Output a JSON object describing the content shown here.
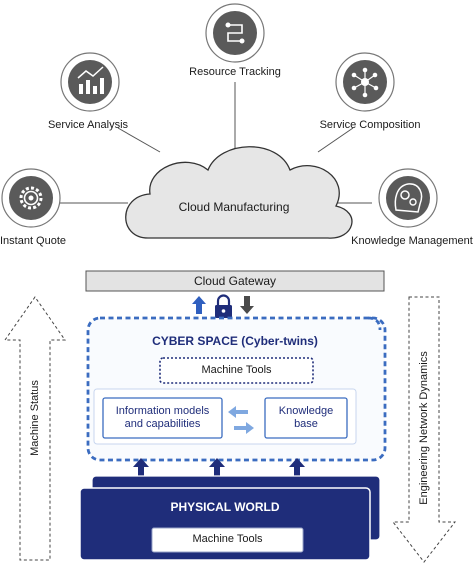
{
  "services": {
    "resource_tracking": {
      "label": "Resource Tracking",
      "icon": "route-icon"
    },
    "service_analysis": {
      "label": "Service Analysis",
      "icon": "bar-chart-icon"
    },
    "service_composition": {
      "label": "Service Composition",
      "icon": "network-icon"
    },
    "instant_quote": {
      "label": "Instant Quote",
      "icon": "gear-icon"
    },
    "knowledge_management": {
      "label": "Knowledge Management",
      "icon": "head-gears-icon"
    }
  },
  "cloud": {
    "label": "Cloud Manufacturing"
  },
  "gateway": {
    "label": "Cloud Gateway"
  },
  "cyber": {
    "title": "CYBER SPACE",
    "subtitle": "(Cyber-twins)",
    "machine_tools": "Machine Tools",
    "info_models_line1": "Information models",
    "info_models_line2": "and capabilities",
    "knowledge_line1": "Knowledge",
    "knowledge_line2": "base"
  },
  "physical": {
    "title": "PHYSICAL WORLD",
    "machine_tools": "Machine Tools"
  },
  "side": {
    "left": "Machine Status",
    "right": "Engineering Network Dynamics"
  },
  "colors": {
    "navy": "#1f2d7a",
    "blue": "#3b6cc0",
    "light_blue": "#e8eef8",
    "icon_gray": "#5a5a5a",
    "gateway_gray": "#e3e3e3"
  }
}
